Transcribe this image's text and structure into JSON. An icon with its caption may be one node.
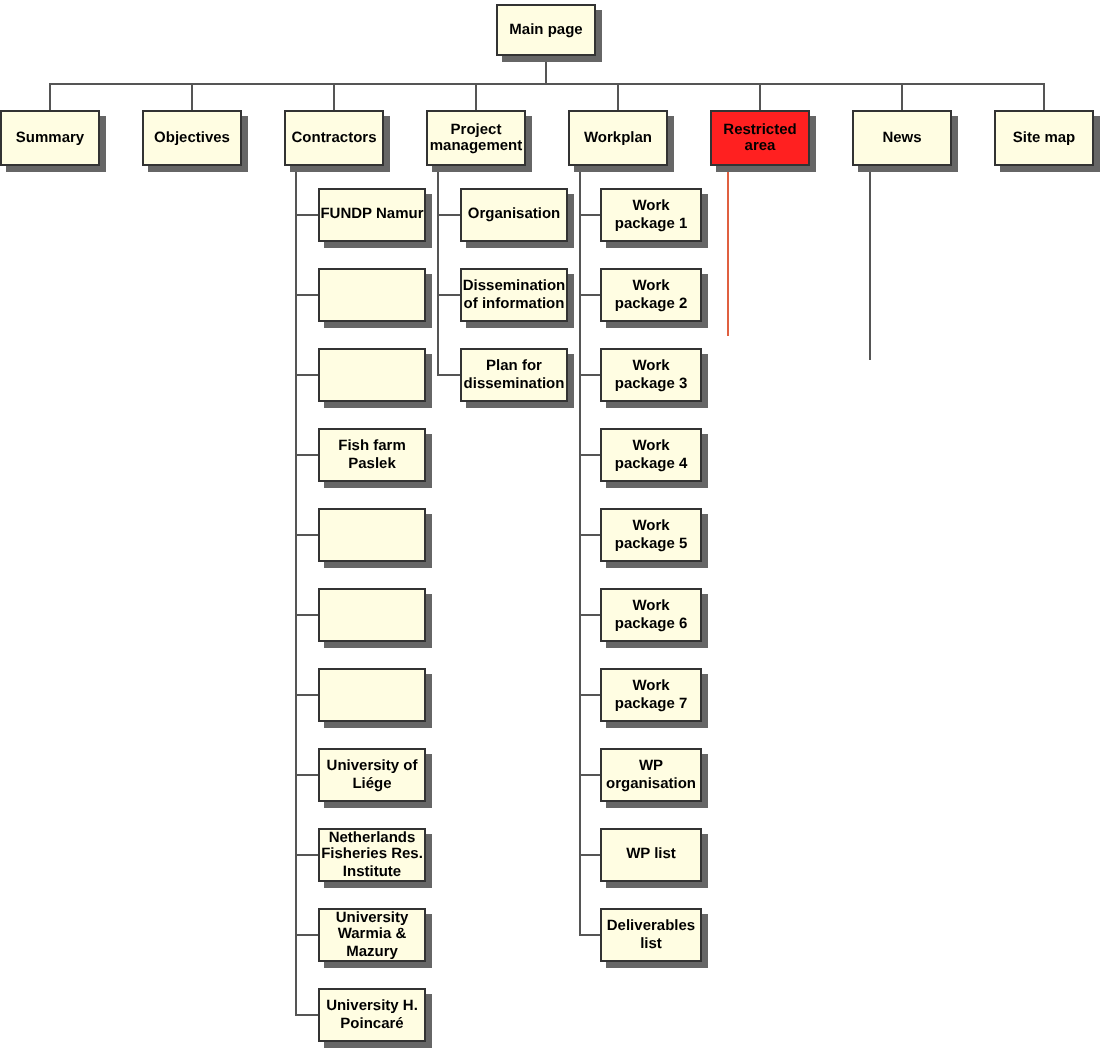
{
  "diagram": {
    "nodes": [
      {
        "text": [
          "Main page"
        ]
      },
      {
        "text": [
          "Summary"
        ]
      },
      {
        "text": [
          "Objectives"
        ]
      },
      {
        "text": [
          "Contractors"
        ]
      },
      {
        "text": [
          "Project management"
        ]
      },
      {
        "text": [
          "Workplan"
        ]
      },
      {
        "text": [
          "Restricted area"
        ]
      },
      {
        "text": [
          "News"
        ]
      },
      {
        "text": [
          "Site map"
        ]
      },
      {
        "text": [
          "FUNDP Namur"
        ]
      },
      {
        "text": [],
        "shape": "box"
      },
      {
        "text": [],
        "shape": "box"
      },
      {
        "text": [
          "Fish farm Paslek"
        ]
      },
      {
        "text": [],
        "shape": "box"
      },
      {
        "text": [],
        "shape": "box"
      },
      {
        "text": [],
        "shape": "box"
      },
      {
        "text": [
          "University of Liége"
        ]
      },
      {
        "text": [
          "Netherlands Fisheries Res. Institute"
        ]
      },
      {
        "text": [
          "University Warmia & Mazury"
        ]
      },
      {
        "text": [
          "University H. Poincaré"
        ]
      },
      {
        "text": [
          "Organisation"
        ]
      },
      {
        "text": [
          "Dissemination of information"
        ]
      },
      {
        "text": [
          "Plan for dissemination"
        ]
      },
      {
        "text": [
          "Work package 1"
        ]
      },
      {
        "text": [
          "Work package 2"
        ]
      },
      {
        "text": [
          "Work package 3"
        ]
      },
      {
        "text": [
          "Work package 4"
        ]
      },
      {
        "text": [
          "Work package 5"
        ]
      },
      {
        "text": [
          "Work package 6"
        ]
      },
      {
        "text": [
          "Work package 7"
        ]
      },
      {
        "text": [
          "WP organisation"
        ]
      },
      {
        "text": [
          "WP list"
        ]
      },
      {
        "text": [
          "Deliverables list"
        ]
      }
    ],
    "edges": [
      {
        "from": 0,
        "to": 1,
        "arrow": "none"
      },
      {
        "from": 0,
        "to": 2,
        "arrow": "none"
      },
      {
        "from": 0,
        "to": 3,
        "arrow": "none"
      },
      {
        "from": 0,
        "to": 4,
        "arrow": "none"
      },
      {
        "from": 0,
        "to": 5,
        "arrow": "none"
      },
      {
        "from": 0,
        "to": 6,
        "arrow": "none"
      },
      {
        "from": 0,
        "to": 7,
        "arrow": "none"
      },
      {
        "from": 0,
        "to": 8,
        "arrow": "none"
      },
      {
        "from": 3,
        "to": 9,
        "arrow": "none"
      },
      {
        "from": 3,
        "to": 10,
        "arrow": "none"
      },
      {
        "from": 3,
        "to": 11,
        "arrow": "none"
      },
      {
        "from": 3,
        "to": 12,
        "arrow": "none"
      },
      {
        "from": 3,
        "to": 13,
        "arrow": "none"
      },
      {
        "from": 3,
        "to": 14,
        "arrow": "none"
      },
      {
        "from": 3,
        "to": 15,
        "arrow": "none"
      },
      {
        "from": 3,
        "to": 16,
        "arrow": "none"
      },
      {
        "from": 3,
        "to": 17,
        "arrow": "none"
      },
      {
        "from": 3,
        "to": 18,
        "arrow": "none"
      },
      {
        "from": 3,
        "to": 19,
        "arrow": "none"
      },
      {
        "from": 4,
        "to": 20,
        "arrow": "none"
      },
      {
        "from": 4,
        "to": 21,
        "arrow": "none"
      },
      {
        "from": 4,
        "to": 22,
        "arrow": "none"
      },
      {
        "from": 5,
        "to": 23,
        "arrow": "none"
      },
      {
        "from": 5,
        "to": 24,
        "arrow": "none"
      },
      {
        "from": 5,
        "to": 25,
        "arrow": "none"
      },
      {
        "from": 5,
        "to": 26,
        "arrow": "none"
      },
      {
        "from": 5,
        "to": 27,
        "arrow": "none"
      },
      {
        "from": 5,
        "to": 28,
        "arrow": "none"
      },
      {
        "from": 5,
        "to": 29,
        "arrow": "none"
      },
      {
        "from": 5,
        "to": 30,
        "arrow": "none"
      },
      {
        "from": 5,
        "to": 31,
        "arrow": "none"
      },
      {
        "from": 5,
        "to": 32,
        "arrow": "none"
      },
      {
        "from": 6,
        "to": null,
        "arrow": "none",
        "color": "#e06040"
      },
      {
        "from": 7,
        "to": null,
        "arrow": "none"
      }
    ]
  }
}
